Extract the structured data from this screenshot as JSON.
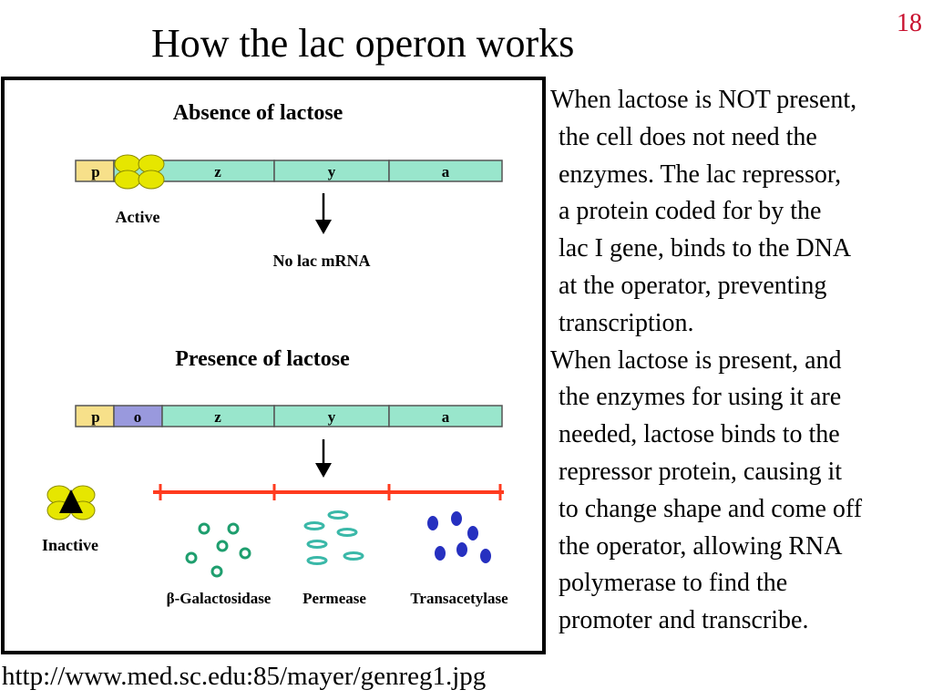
{
  "slide": {
    "number": "18",
    "title": "How the lac operon works",
    "source": "http://www.med.sc.edu:85/mayer/genreg1.jpg"
  },
  "figure": {
    "absence": {
      "heading": "Absence of lactose",
      "genes": [
        "p",
        "z",
        "y",
        "a"
      ],
      "repressor_label": "Active",
      "result": "No lac mRNA"
    },
    "presence": {
      "heading": "Presence of lactose",
      "genes": [
        "p",
        "o",
        "z",
        "y",
        "a"
      ],
      "repressor_label": "Inactive",
      "products": [
        "β-Galactosidase",
        "Permease",
        "Transacetylase"
      ]
    },
    "colors": {
      "promoter": "#f7e08a",
      "operator": "#9999dd",
      "gene": "#99e6cc",
      "repressor": "#e6e600",
      "mrna": "#ff3b1f",
      "galactosidase": "#1e9e6e",
      "permease": "#3ab8a8",
      "transacetylase": "#2630c0"
    }
  },
  "text": {
    "paragraph1": [
      "When lactose is NOT present,",
      "the cell does not need the",
      "enzymes. The lac repressor,",
      "a protein coded for by the",
      "lac I gene, binds to the DNA",
      "at the operator, preventing",
      "transcription."
    ],
    "paragraph2": [
      "When lactose is present, and",
      "the enzymes for using it are",
      "needed, lactose binds to the",
      "repressor protein, causing it",
      "to change shape and come off",
      "the operator, allowing RNA",
      "polymerase to find the",
      "promoter and transcribe."
    ]
  }
}
